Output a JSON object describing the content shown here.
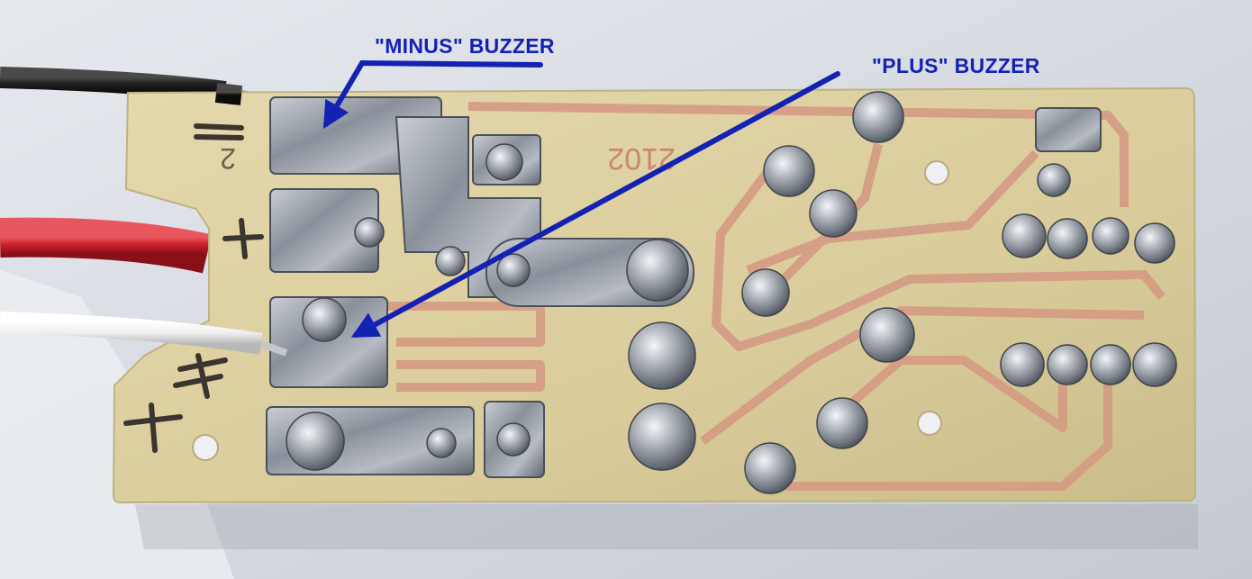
{
  "annotations": {
    "minus_label": "\"MINUS\" BUZZER",
    "plus_label": "\"PLUS\" BUZZER"
  },
  "board_markings": {
    "side_numeral": "2",
    "upper_sign": "+",
    "silk_code": "2102"
  },
  "colors": {
    "annotation": "#1422b4",
    "background": "#d9dde3",
    "board": "#ddd0a2",
    "copper_trace": "#d59a84",
    "solder": "#9ea4ad",
    "wire_black": "#1e1e1e",
    "wire_yellow": "#e8c21c",
    "wire_red": "#c8202a",
    "wire_white": "#f2f2f2",
    "marker": "#3a3530"
  }
}
